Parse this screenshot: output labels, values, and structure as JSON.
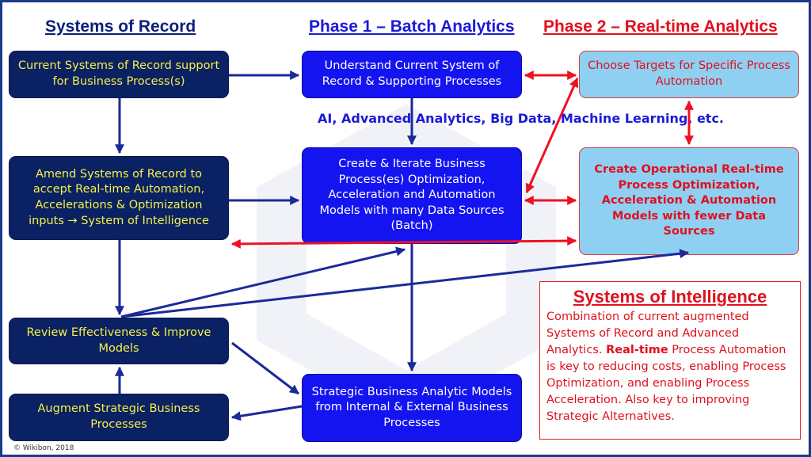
{
  "headings": {
    "systems_of_record": "Systems of Record",
    "phase1": "Phase 1 – Batch Analytics",
    "phase2": "Phase 2 – Real-time Analytics"
  },
  "boxes": {
    "current_sor": "Current Systems of Record support for Business Process(s)",
    "amend_sor": "Amend Systems of Record to accept Real-time Automation, Accelerations & Optimization inputs → System of Intelligence",
    "review": "Review Effectiveness & Improve Models",
    "augment": "Augment Strategic Business Processes",
    "understand": "Understand Current System of Record & Supporting Processes",
    "create_iterate": "Create & Iterate Business Process(es) Optimization, Acceleration and Automation Models with many Data Sources (Batch)",
    "strategic_models": "Strategic Business Analytic Models from Internal & External Business Processes",
    "choose_targets": "Choose Targets for Specific Process Automation",
    "create_operational": "Create Operational Real-time Process Optimization, Acceleration & Automation Models with fewer Data Sources"
  },
  "tech_label": "AI, Advanced Analytics, Big Data, Machine Learning,  etc.",
  "systems_of_intelligence": {
    "title": "Systems of Intelligence",
    "body_pre": "Combination of current augmented Systems of Record and Advanced Analytics. ",
    "body_bold": "Real-time",
    "body_post": " Process Automation is key to reducing costs, enabling Process Optimization, and enabling Process Acceleration. Also key to improving Strategic Alternatives."
  },
  "copyright": "© Wikibon, 2018",
  "colors": {
    "navy_box": "#0a2163",
    "yellow_text": "#f5f04a",
    "blue_box": "#1414f0",
    "light_box": "#8fd0f2",
    "red": "#e0101e",
    "arrow_navy": "#1a2a9a",
    "frame": "#1a3a8a"
  }
}
